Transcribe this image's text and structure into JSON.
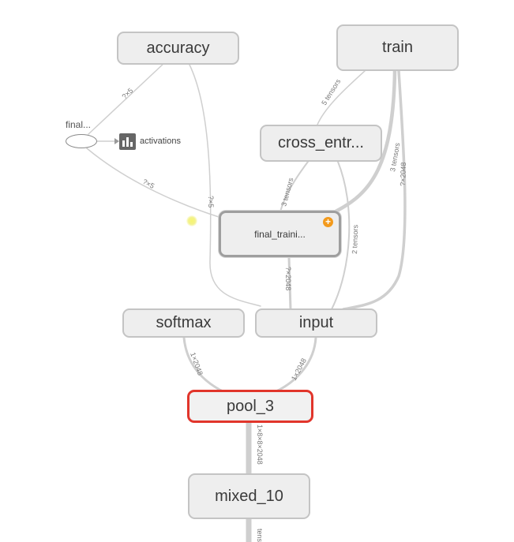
{
  "nodes": {
    "accuracy": "accuracy",
    "train": "train",
    "cross_entropy": "cross_entr...",
    "final_training": "final_traini...",
    "softmax": "softmax",
    "input": "input",
    "pool_3": "pool_3",
    "mixed_10": "mixed_10",
    "final_ellipse": "final...",
    "activations": "activations"
  },
  "edge_labels": {
    "final_to_accuracy": "?×5",
    "final_to_training": "?×5",
    "accuracy_to_input": "?×5",
    "train_to_cross": "5 tensors",
    "cross_to_training": "3 tensors",
    "training_to_train": "3 tensors",
    "train_to_input": "?×2048",
    "cross_to_input": "2 tensors",
    "training_to_input": "?×2048",
    "softmax_to_pool": "1×2048",
    "input_to_pool": "1×2048",
    "pool_to_mixed": "1×8×8×2048",
    "mixed_below": "tensors"
  },
  "colors": {
    "node_fill": "#eeeeee",
    "node_border": "#c4c4c4",
    "selected_border": "#e1352b",
    "expand_icon": "#f39a1c",
    "edge": "#cfcfcf"
  },
  "icons": {
    "expand": "plus-circle-icon",
    "summary": "bar-chart-icon"
  }
}
